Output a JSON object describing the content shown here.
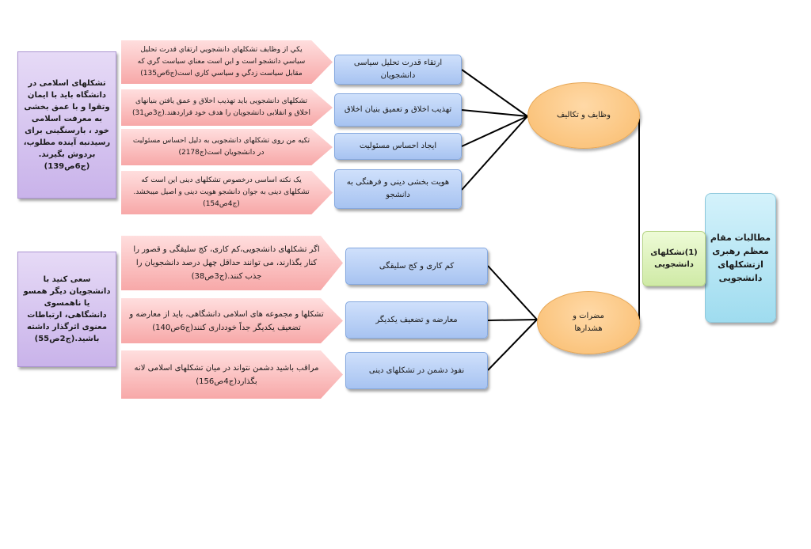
{
  "root": "مطالبات مقام معظم رهبری ازتشکلهای دانشجویی",
  "mid": "(1)تشکلهای دانشجویی",
  "branch_top": "وظایف و تکالیف",
  "branch_bottom": "مضرات و هشدارها",
  "top_items": [
    {
      "label": "ارتقاء قدرت تحلیل سیاسی دانشجویان",
      "detail": "يكي از وظايف تشكلهاي دانشجويي ارتقاي قدرت تحليل سياسي دانشجو است و اين است معناي سياست گري كه مقابل سياست زدگي و سياسي كاري است(ج6ص135)"
    },
    {
      "label": "تهذیب اخلاق و تعمیق بنیان اخلاق",
      "detail": "تشکلهای دانشجویی باید تهذیب اخلاق و عمق یافتن بنیانهای اخلاق و انقلابی دانشجویان را هدف خود قراردهند.(ج3ص31)"
    },
    {
      "label": "ایجاد احساس مسئولیت",
      "detail": "تکیه من روی تشکلهای دانشجویی به دلیل احساس مسئولیت در دانشجویان است(ج2178)"
    },
    {
      "label": "هویت بخشی دینی و فرهنگی به دانشجو",
      "detail": "یک نکته اساسی درخصوص تشکلهای دینی این است که تشکلهای دینی به جوان دانشجو هویت دینی و اصیل میبخشد.(ج4ص154)"
    }
  ],
  "bottom_items": [
    {
      "label": "کم کاری و کج سلیقگی",
      "detail": "اگر تشکلهای دانشجویی،کم کاری، کج سلیقگی و قصور را کنار بگذارند، می توانند حداقل چهل درصد دانشجویان را جذب کنند.(ج3ص38)"
    },
    {
      "label": "معارضه و تضعیف یکدیگر",
      "detail": "تشکلها و مجموعه های اسلامی دانشگاهی، باید از معارضه و تضعیف یکدیگر جداً خودداری کنند(ج6ص140)"
    },
    {
      "label": "نفوذ دشمن در تشکلهای دینی",
      "detail": "مراقب باشید دشمن نتواند در میان تشکلهای اسلامی لانه بگذارد(ج4ص156)"
    }
  ],
  "side_notes": [
    "تشکلهای اسلامی در دانشگاه باید با ایمان وتقوا و با عمق بخشی به معرفت اسلامی خود ، بارسنگینی برای رسیدنبه آینده مطلوب، بردوش بگیرند.(ج6ص139)",
    "سعی کنید با دانشجویان دیگر همسو یا ناهمسوی دانشگاهی، ارتباطات معنوی اثرگذار داشته باشید.(ج2ص55)"
  ],
  "colors": {
    "root": "#a9e0f1",
    "mid": "#d7efb2",
    "oval": "#f9c07a",
    "blue": "#b3ccf4",
    "arrow": "#f7b3b3",
    "purple": "#d6c4f0",
    "line": "#000000"
  }
}
